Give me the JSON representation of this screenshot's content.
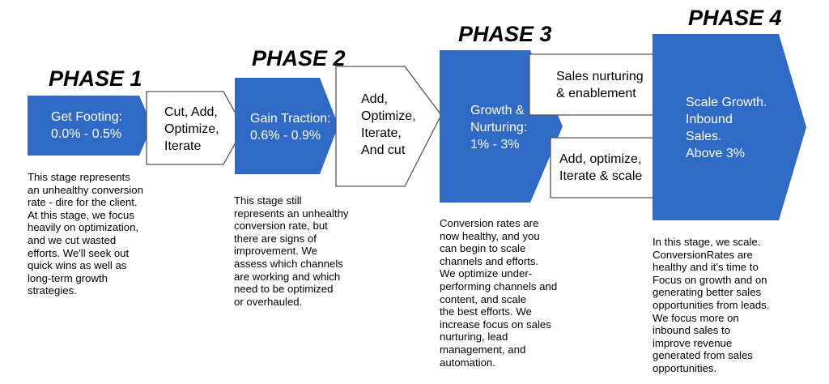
{
  "colors": {
    "blue": "#2f6ac7",
    "white": "#ffffff",
    "outline": "#555555"
  },
  "phases": [
    {
      "title": "PHASE 1",
      "blue_box": "Get Footing:\n0.0% - 0.5%",
      "white_box": "Cut, Add,\nOptimize,\nIterate",
      "description": "This stage represents\nan unhealthy conversion\nrate - dire for the client.\nAt this stage, we focus\nheavily on optimization,\nand we cut wasted\nefforts. We'll seek out\nquick wins as well as\nlong-term growth\nstrategies."
    },
    {
      "title": "PHASE 2",
      "blue_box": "Gain Traction:\n0.6% - 0.9%",
      "white_box": "Add,\nOptimize,\nIterate,\nAnd cut",
      "description": "This stage still\nrepresents an unhealthy\nconversion rate, but\nthere are signs of\nimprovement. We\nassess which channels\nare working and which\nneed to be optimized\nor overhauled."
    },
    {
      "title": "PHASE 3",
      "blue_box": "Growth &\nNurturing:\n1% - 3%",
      "white_box_top": "Sales nurturing\n& enablement",
      "white_box_bottom": "Add, optimize,\nIterate & scale",
      "description": "Conversion rates are\nnow healthy, and you\ncan begin to scale\nchannels and efforts.\nWe optimize under-\nperforming channels and\ncontent, and scale\nthe best efforts. We\nincrease focus on sales\nnurturing, lead\nmanagement, and\nautomation."
    },
    {
      "title": "PHASE 4",
      "blue_box": "Scale Growth.\nInbound\nSales.\nAbove 3%",
      "description": "In this stage, we scale.\nConversionRates are\nhealthy and it's time to\nFocus on growth and on\ngenerating better sales\nopportunities from leads.\nWe focus more on\ninbound sales to\nimprove revenue\ngenerated from sales\nopportunities."
    }
  ]
}
